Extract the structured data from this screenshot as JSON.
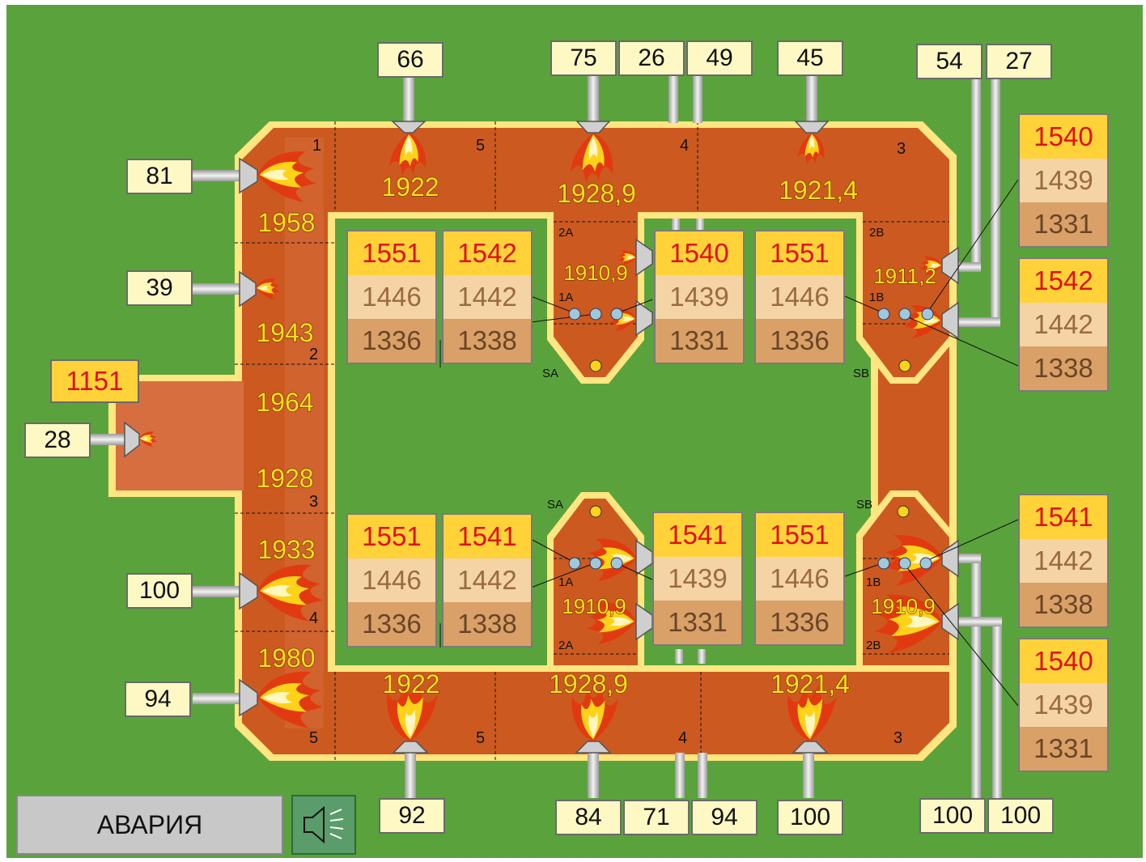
{
  "colors": {
    "green": "#5aa33c",
    "furnace": "#cc5a20",
    "wall": "#ffe680",
    "flame": "#ffd21a",
    "alarm": "#c8c8c8"
  },
  "section_readings": {
    "top_z5": "1922",
    "top_z4": "1928,9",
    "top_z3": "1921,4",
    "bot_z5": "1922",
    "bot_z4": "1928,9",
    "bot_z3": "1921,4",
    "left_1958": "1958",
    "left_1943": "1943",
    "left_1964": "1964",
    "left_1928": "1928",
    "left_1933": "1933",
    "left_1980": "1980",
    "top_2a": "1910,9",
    "top_2b": "1911,2",
    "bot_2a": "1910,9",
    "bot_2b": "1910,9"
  },
  "zone_numbers": {
    "top_1": "1",
    "top_5": "5",
    "top_4": "4",
    "top_3": "3",
    "left_2": "2",
    "left_3": "3",
    "left_4": "4",
    "bot_5a": "5",
    "bot_5": "5",
    "bot_4": "4",
    "bot_3": "3"
  },
  "burner_labels": {
    "t2a": "2A",
    "t1a": "1A",
    "tsa": "SA",
    "t2b": "2B",
    "t1b": "1B",
    "tsb": "SB",
    "bsa": "SA",
    "b1a": "1A",
    "b2a": "2A",
    "bsb": "SB",
    "b1b": "1B",
    "b2b": "2B"
  },
  "gauges": {
    "g66": "66",
    "g75": "75",
    "g26": "26",
    "g49": "49",
    "g45": "45",
    "g54": "54",
    "g27": "27",
    "g81": "81",
    "g39": "39",
    "g1151": "1151",
    "g28": "28",
    "g100l": "100",
    "g94l": "94",
    "g92": "92",
    "g84": "84",
    "g71": "71",
    "g94b": "94",
    "g100b": "100",
    "g100r1": "100",
    "g100r2": "100"
  },
  "temp_stacks": {
    "st1": [
      "1551",
      "1446",
      "1336"
    ],
    "st2": [
      "1542",
      "1442",
      "1338"
    ],
    "st3": [
      "1540",
      "1439",
      "1331"
    ],
    "st4": [
      "1551",
      "1446",
      "1336"
    ],
    "sb1": [
      "1551",
      "1446",
      "1336"
    ],
    "sb2": [
      "1541",
      "1442",
      "1338"
    ],
    "sb3": [
      "1541",
      "1439",
      "1331"
    ],
    "sb4": [
      "1551",
      "1446",
      "1336"
    ],
    "sr1": [
      "1540",
      "1439",
      "1331"
    ],
    "sr2": [
      "1542",
      "1442",
      "1338"
    ],
    "sr3": [
      "1541",
      "1442",
      "1338"
    ],
    "sr4": [
      "1540",
      "1439",
      "1331"
    ]
  },
  "footer": {
    "alarm_label": "АВАРИЯ",
    "sound_icon": "speaker-icon"
  }
}
